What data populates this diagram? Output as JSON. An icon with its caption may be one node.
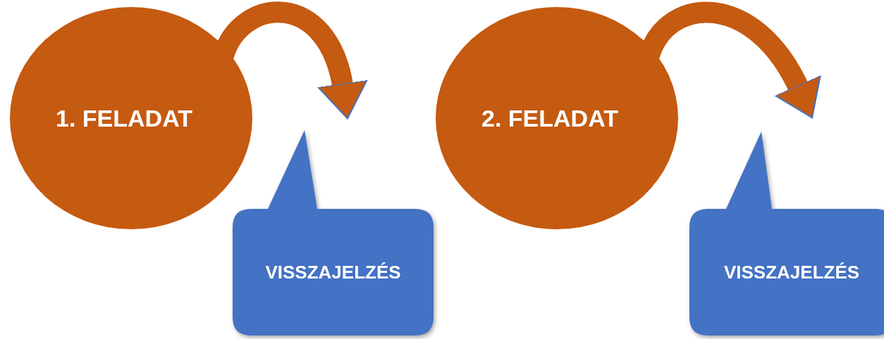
{
  "diagram": {
    "nodes": [
      {
        "text": [
          "1. FELADAT"
        ]
      },
      {
        "text": [
          "VISSZAJELZÉS"
        ]
      },
      {
        "text": [
          "2. FELADAT"
        ]
      },
      {
        "text": [
          "VISSZAJELZÉS"
        ]
      }
    ],
    "edges": [
      {
        "from": 0,
        "to": 1,
        "arrow": "to"
      },
      {
        "from": 2,
        "to": 3,
        "arrow": "to"
      }
    ]
  }
}
